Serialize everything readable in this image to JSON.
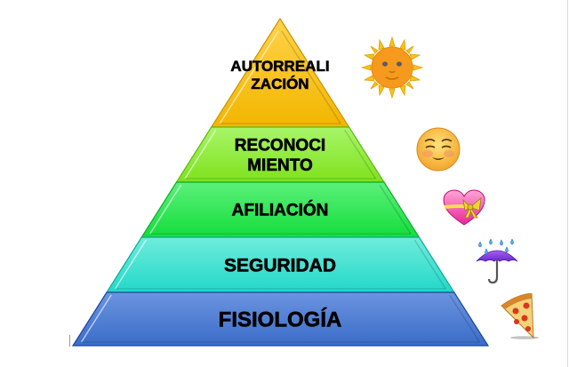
{
  "diagram": {
    "type": "pyramid",
    "title": "",
    "tiers_top_to_bottom": [
      {
        "id": "autorrealizacion",
        "lines": [
          "AUTORREALI",
          "ZACIÓN"
        ],
        "color_top": "#ffd24a",
        "color_bottom": "#f2b600",
        "edge": "#c99400",
        "icon": "sun-with-face-icon",
        "icon_glyph": "🌞"
      },
      {
        "id": "reconocimiento",
        "lines": [
          "RECONOCI",
          "MIENTO"
        ],
        "color_top": "#a8f56a",
        "color_bottom": "#7fe21c",
        "edge": "#5fb813",
        "icon": "smiling-face-icon",
        "icon_glyph": "☺"
      },
      {
        "id": "afiliacion",
        "lines": [
          "AFILIACIÓN"
        ],
        "color_top": "#5cf07a",
        "color_bottom": "#13dd3c",
        "edge": "#0eaa2c",
        "icon": "heart-with-ribbon-icon",
        "icon_glyph": "💝"
      },
      {
        "id": "seguridad",
        "lines": [
          "SEGURIDAD"
        ],
        "color_top": "#6fecdc",
        "color_bottom": "#22d8c8",
        "edge": "#11a89a",
        "icon": "umbrella-with-rain-icon",
        "icon_glyph": "☔"
      },
      {
        "id": "fisiologia",
        "lines": [
          "FISIOLOGÍA"
        ],
        "color_top": "#6c94e0",
        "color_bottom": "#3a6cc8",
        "edge": "#1d44a0",
        "icon": "pizza-icon",
        "icon_glyph": "🍕"
      }
    ]
  }
}
